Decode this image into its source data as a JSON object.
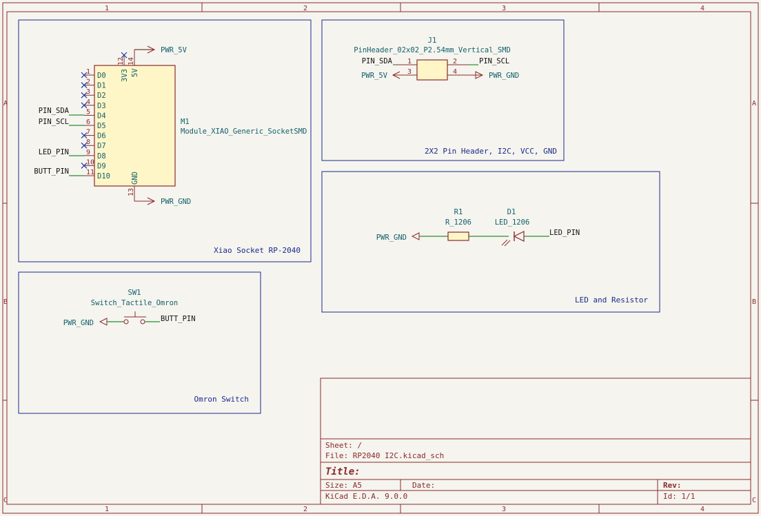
{
  "frame": {
    "cols": [
      "1",
      "2",
      "3",
      "4"
    ],
    "rows": [
      "A",
      "B",
      "C"
    ]
  },
  "blocks": {
    "xiao": "Xiao Socket RP-2040",
    "header": "2X2 Pin Header, I2C, VCC, GND",
    "led": "LED and Resistor",
    "switch": "Omron Switch"
  },
  "m1": {
    "ref": "M1",
    "value": "Module_XIAO_Generic_SocketSMD",
    "pins_left": [
      {
        "num": "1",
        "name": "D0"
      },
      {
        "num": "2",
        "name": "D1"
      },
      {
        "num": "3",
        "name": "D2"
      },
      {
        "num": "4",
        "name": "D3"
      },
      {
        "num": "5",
        "name": "D4"
      },
      {
        "num": "6",
        "name": "D5"
      },
      {
        "num": "7",
        "name": "D6"
      },
      {
        "num": "8",
        "name": "D7"
      },
      {
        "num": "9",
        "name": "D8"
      },
      {
        "num": "10",
        "name": "D9"
      },
      {
        "num": "11",
        "name": "D10"
      }
    ],
    "pin_top1": {
      "num": "12",
      "name": "3V3"
    },
    "pin_top2": {
      "num": "14",
      "name": "5V"
    },
    "pin_bottom": {
      "num": "13",
      "name": "GND"
    },
    "net_sda": "PIN_SDA",
    "net_scl": "PIN_SCL",
    "net_led": "LED_PIN",
    "net_butt": "BUTT_PIN",
    "pwr_top": "PWR_5V",
    "pwr_bottom": "PWR_GND"
  },
  "j1": {
    "ref": "J1",
    "value": "PinHeader_02x02_P2.54mm_Vertical_SMD",
    "p1": "1",
    "p2": "2",
    "p3": "3",
    "p4": "4",
    "net_sda": "PIN_SDA",
    "net_scl": "PIN_SCL",
    "pwr_5v": "PWR_5V",
    "pwr_gnd": "PWR_GND"
  },
  "led_section": {
    "r_ref": "R1",
    "r_value": "R_1206",
    "d_ref": "D1",
    "d_value": "LED_1206",
    "pwr_gnd": "PWR_GND",
    "net_led": "LED_PIN"
  },
  "sw1": {
    "ref": "SW1",
    "value": "Switch_Tactile_Omron",
    "pwr_gnd": "PWR_GND",
    "net_butt": "BUTT_PIN"
  },
  "title_block": {
    "sheet": "Sheet: /",
    "file": "File: RP2040 I2C.kicad_sch",
    "title": "Title:",
    "size": "Size: A5",
    "date": "Date:",
    "rev": "Rev:",
    "tool": "KiCad E.D.A. 9.0.0",
    "id": "Id: 1/1"
  },
  "colors": {
    "frame": "#8a2a2a",
    "block": "#1a2a8a",
    "wire": "#2f8a2f",
    "body": "#fff6c8",
    "label": "#12606a",
    "background": "#f5f4ef"
  }
}
